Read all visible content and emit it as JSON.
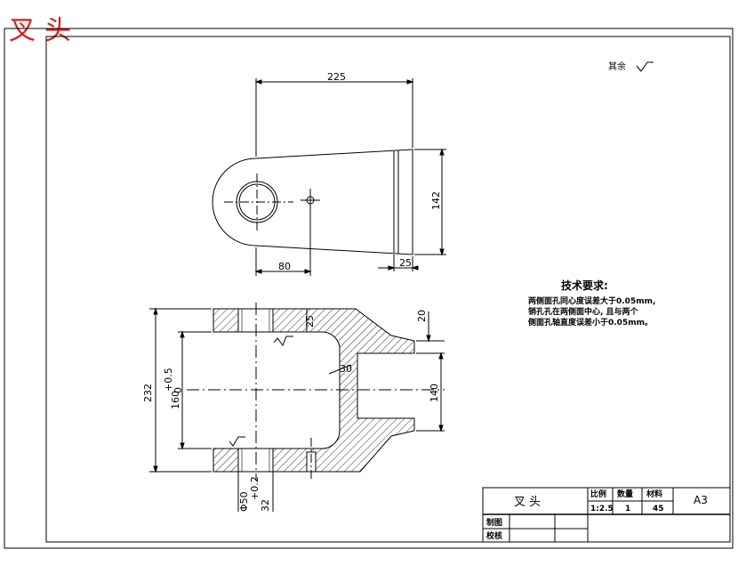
{
  "sheet": {
    "corner_title": "叉头",
    "roughness_label": "其余"
  },
  "top_view": {
    "dims": {
      "length": "225",
      "height": "142",
      "left_offset": "80",
      "end_width": "25"
    }
  },
  "section_view": {
    "dims": {
      "total_height": "232",
      "bore_main": "160",
      "bore_main_tol": "+0.5",
      "bore_main_tol_low": "0",
      "wall": "25",
      "step": "20",
      "bore_right": "140",
      "radius": "30",
      "pin_hole": "Φ50",
      "pin_hole_tol": "+0.2",
      "pin_hole_depth": "32"
    }
  },
  "tech_req": {
    "title": "技术要求:",
    "lines": [
      "两侧面孔同心度误差大于0.05mm,",
      "销孔孔在两侧面中心, 且与两个",
      "侧面孔轴直度误差小于0.05mm。"
    ]
  },
  "title_block": {
    "part_name": "叉  头",
    "scale_label": "比例",
    "qty_label": "数量",
    "material_label": "材料",
    "scale": "1:2.5",
    "qty": "1",
    "material": "45",
    "sheet_size": "A3",
    "drawn_label": "制图",
    "checked_label": "校核"
  }
}
